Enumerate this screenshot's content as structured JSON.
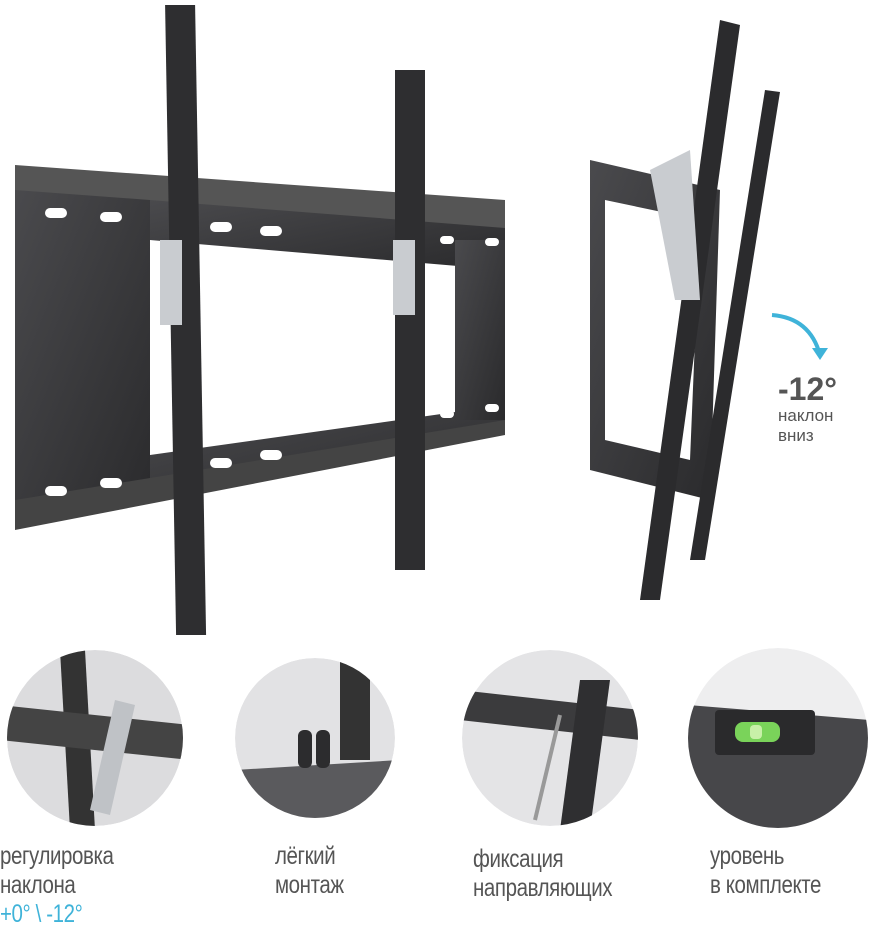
{
  "tilt_callout": {
    "value": "-12°",
    "line1": "наклон",
    "line2": "вниз"
  },
  "features": [
    {
      "line1": "регулировка",
      "line2": "наклона",
      "line3": "+0° \\ -12°"
    },
    {
      "line1": "лёгкий",
      "line2": "монтаж"
    },
    {
      "line1": "фиксация",
      "line2": "направляющих"
    },
    {
      "line1": "уровень",
      "line2": "в комплекте"
    }
  ],
  "colors": {
    "accent": "#3fb3d9",
    "metal": "#3a3a3c",
    "text": "#555555"
  }
}
